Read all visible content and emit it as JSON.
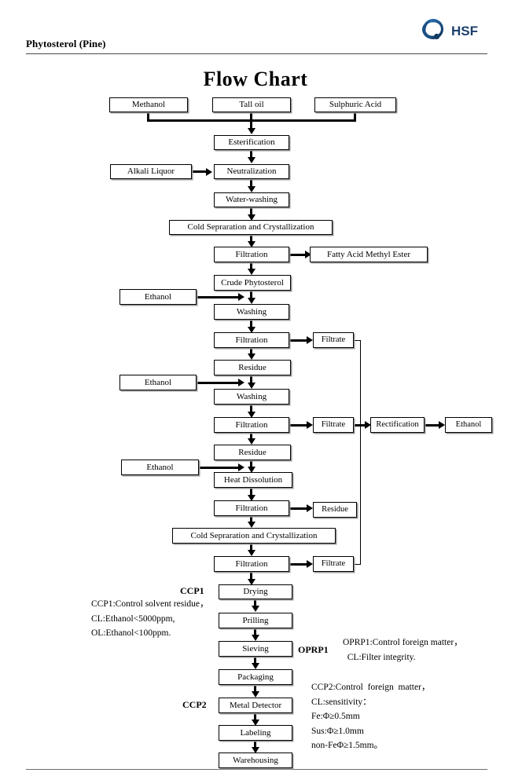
{
  "header": {
    "product_title": "Phytosterol (Pine)",
    "logo_text": "HSF",
    "logo_color": "#1b3f6b",
    "logo_accent": "#2d7fc1"
  },
  "chart": {
    "title": "Flow  Chart"
  },
  "nodes": {
    "methanol": "Methanol",
    "tall_oil": "Tall oil",
    "sulphuric_acid": "Sulphuric Acid",
    "esterification": "Esterification",
    "alkali_liquor": "Alkali Liquor",
    "neutralization": "Neutralization",
    "water_washing": "Water-washing",
    "cold_sep_1": "Cold Sepraration and Crystallization",
    "filtration_1": "Filtration",
    "fatty_acid_methyl_ester": "Fatty Acid Methyl Ester",
    "crude_phytosterol": "Crude Phytosterol",
    "ethanol_1": "Ethanol",
    "washing_1": "Washing",
    "filtration_2": "Filtration",
    "filtrate_1": "Filtrate",
    "residue_1": "Residue",
    "ethanol_2": "Ethanol",
    "washing_2": "Washing",
    "filtration_3": "Filtration",
    "filtrate_2": "Filtrate",
    "rectification": "Rectification",
    "ethanol_out": "Ethanol",
    "residue_2": "Residue",
    "ethanol_3": "Ethanol",
    "heat_dissolution": "Heat Dissolution",
    "filtration_4": "Filtration",
    "residue_3": "Residue",
    "cold_sep_2": "Cold Sepraration and Crystallization",
    "filtration_5": "Filtration",
    "filtrate_3": "Filtrate",
    "drying": "Drying",
    "prilling": "Prilling",
    "sieving": "Sieving",
    "packaging": "Packaging",
    "metal_detector": "Metal Detector",
    "labeling": "Labeling",
    "warehousing": "Warehousing"
  },
  "tags": {
    "ccp1": "CCP1",
    "oprp1": "OPRP1",
    "ccp2": "CCP2"
  },
  "annotations": {
    "ccp1_note": "CCP1:Control solvent residue，\nCL:Ethanol<5000ppm,\nOL:Ethanol<100ppm.",
    "oprp1_note": "OPRP1:Control foreign matter，\n  CL:Filter integrity.",
    "ccp2_note": "CCP2:Control  foreign  matter，\nCL:sensitivity：\nFe:Φ≥0.5mm\nSus:Φ≥1.0mm\nnon-FeΦ≥1.5mm。"
  },
  "chart_data": {
    "type": "diagram",
    "title": "Flow  Chart",
    "flow": [
      {
        "from": "Methanol",
        "to": "Esterification"
      },
      {
        "from": "Tall oil",
        "to": "Esterification"
      },
      {
        "from": "Sulphuric Acid",
        "to": "Esterification"
      },
      {
        "from": "Esterification",
        "to": "Neutralization"
      },
      {
        "from": "Alkali Liquor",
        "to": "Neutralization"
      },
      {
        "from": "Neutralization",
        "to": "Water-washing"
      },
      {
        "from": "Water-washing",
        "to": "Cold Sepraration and Crystallization"
      },
      {
        "from": "Cold Sepraration and Crystallization",
        "to": "Filtration"
      },
      {
        "from": "Filtration",
        "to": "Fatty Acid Methyl Ester"
      },
      {
        "from": "Filtration",
        "to": "Crude Phytosterol"
      },
      {
        "from": "Ethanol",
        "to": "Washing"
      },
      {
        "from": "Crude Phytosterol",
        "to": "Washing"
      },
      {
        "from": "Washing",
        "to": "Filtration"
      },
      {
        "from": "Filtration",
        "to": "Filtrate"
      },
      {
        "from": "Filtration",
        "to": "Residue"
      },
      {
        "from": "Ethanol",
        "to": "Washing"
      },
      {
        "from": "Residue",
        "to": "Washing"
      },
      {
        "from": "Washing",
        "to": "Filtration"
      },
      {
        "from": "Filtration",
        "to": "Filtrate"
      },
      {
        "from": "Filtrate",
        "to": "Rectification"
      },
      {
        "from": "Rectification",
        "to": "Ethanol"
      },
      {
        "from": "Filtration",
        "to": "Residue"
      },
      {
        "from": "Ethanol",
        "to": "Heat Dissolution"
      },
      {
        "from": "Residue",
        "to": "Heat Dissolution"
      },
      {
        "from": "Heat Dissolution",
        "to": "Filtration"
      },
      {
        "from": "Filtration",
        "to": "Residue"
      },
      {
        "from": "Filtration",
        "to": "Cold Sepraration and Crystallization"
      },
      {
        "from": "Cold Sepraration and Crystallization",
        "to": "Filtration"
      },
      {
        "from": "Filtration",
        "to": "Filtrate"
      },
      {
        "from": "Filtration",
        "to": "Drying"
      },
      {
        "from": "Drying",
        "to": "Prilling"
      },
      {
        "from": "Prilling",
        "to": "Sieving"
      },
      {
        "from": "Sieving",
        "to": "Packaging"
      },
      {
        "from": "Packaging",
        "to": "Metal Detector"
      },
      {
        "from": "Metal Detector",
        "to": "Labeling"
      },
      {
        "from": "Labeling",
        "to": "Warehousing"
      }
    ]
  }
}
